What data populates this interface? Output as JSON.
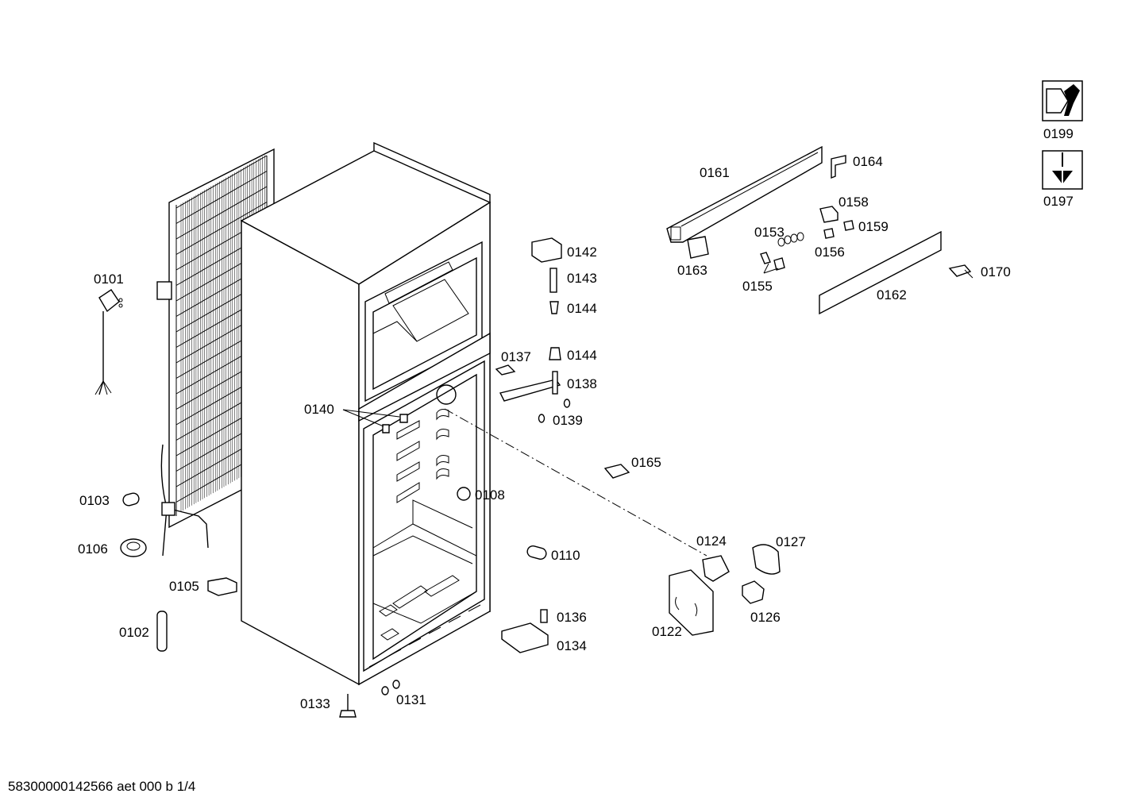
{
  "diagram": {
    "parts": [
      {
        "id": "p0101",
        "label": "0101"
      },
      {
        "id": "p0103",
        "label": "0103"
      },
      {
        "id": "p0106",
        "label": "0106"
      },
      {
        "id": "p0105",
        "label": "0105"
      },
      {
        "id": "p0102",
        "label": "0102"
      },
      {
        "id": "p0133",
        "label": "0133"
      },
      {
        "id": "p0131",
        "label": "0131"
      },
      {
        "id": "p0140",
        "label": "0140"
      },
      {
        "id": "p0108",
        "label": "0108"
      },
      {
        "id": "p0142",
        "label": "0142"
      },
      {
        "id": "p0143",
        "label": "0143"
      },
      {
        "id": "p0144a",
        "label": "0144"
      },
      {
        "id": "p0144b",
        "label": "0144"
      },
      {
        "id": "p0137",
        "label": "0137"
      },
      {
        "id": "p0138",
        "label": "0138"
      },
      {
        "id": "p0139",
        "label": "0139"
      },
      {
        "id": "p0165",
        "label": "0165"
      },
      {
        "id": "p0110",
        "label": "0110"
      },
      {
        "id": "p0136",
        "label": "0136"
      },
      {
        "id": "p0134",
        "label": "0134"
      },
      {
        "id": "p0124",
        "label": "0124"
      },
      {
        "id": "p0127",
        "label": "0127"
      },
      {
        "id": "p0126",
        "label": "0126"
      },
      {
        "id": "p0122",
        "label": "0122"
      },
      {
        "id": "p0161",
        "label": "0161"
      },
      {
        "id": "p0164",
        "label": "0164"
      },
      {
        "id": "p0158",
        "label": "0158"
      },
      {
        "id": "p0159",
        "label": "0159"
      },
      {
        "id": "p0153",
        "label": "0153"
      },
      {
        "id": "p0156",
        "label": "0156"
      },
      {
        "id": "p0163",
        "label": "0163"
      },
      {
        "id": "p0155",
        "label": "0155"
      },
      {
        "id": "p0162",
        "label": "0162"
      },
      {
        "id": "p0170",
        "label": "0170"
      },
      {
        "id": "p0199",
        "label": "0199"
      },
      {
        "id": "p0197",
        "label": "0197"
      }
    ],
    "icons": {
      "tools": "wrench-nut-icon",
      "screwdriver": "screwdriver-icon"
    }
  },
  "footer": {
    "document_code": "58300000142566 aet 000 b 1/4"
  }
}
